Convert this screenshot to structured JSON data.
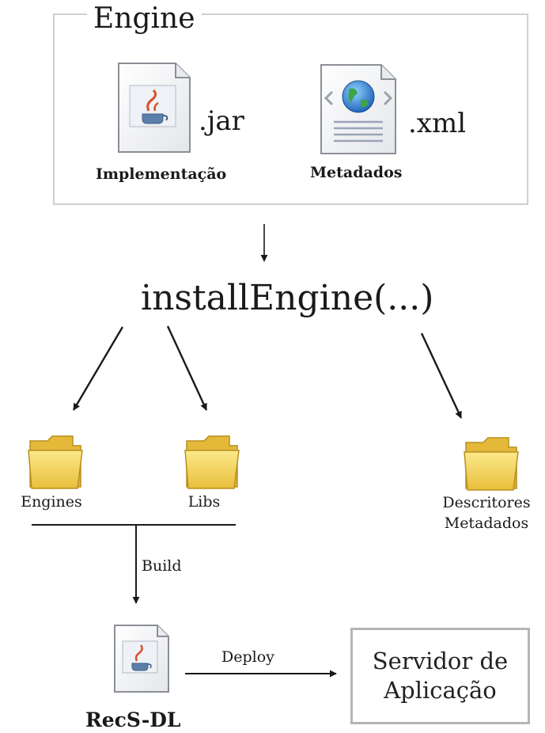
{
  "engine_box": {
    "title": "Engine"
  },
  "artifacts": [
    {
      "extension": ".jar",
      "caption": "Implementação",
      "icon": "java-file-icon"
    },
    {
      "extension": ".xml",
      "caption": "Metadados",
      "icon": "xml-file-icon"
    }
  ],
  "method_call": "installEngine(...)",
  "folders": [
    {
      "label": "Engines",
      "icon": "folder-icon"
    },
    {
      "label": "Libs",
      "icon": "folder-icon"
    },
    {
      "label": "Descritores\nMetadados",
      "icon": "folder-icon"
    }
  ],
  "build_label": "Build",
  "output_artifact": {
    "caption": "RecS-DL",
    "icon": "java-file-icon"
  },
  "deploy_label": "Deploy",
  "server": {
    "label": "Servidor de\nAplicação"
  },
  "colors": {
    "folder_fill": "#f4d65a",
    "folder_stroke": "#c9a12a",
    "globe": "#2f7fd6",
    "arrow": "#1a1a1a"
  }
}
